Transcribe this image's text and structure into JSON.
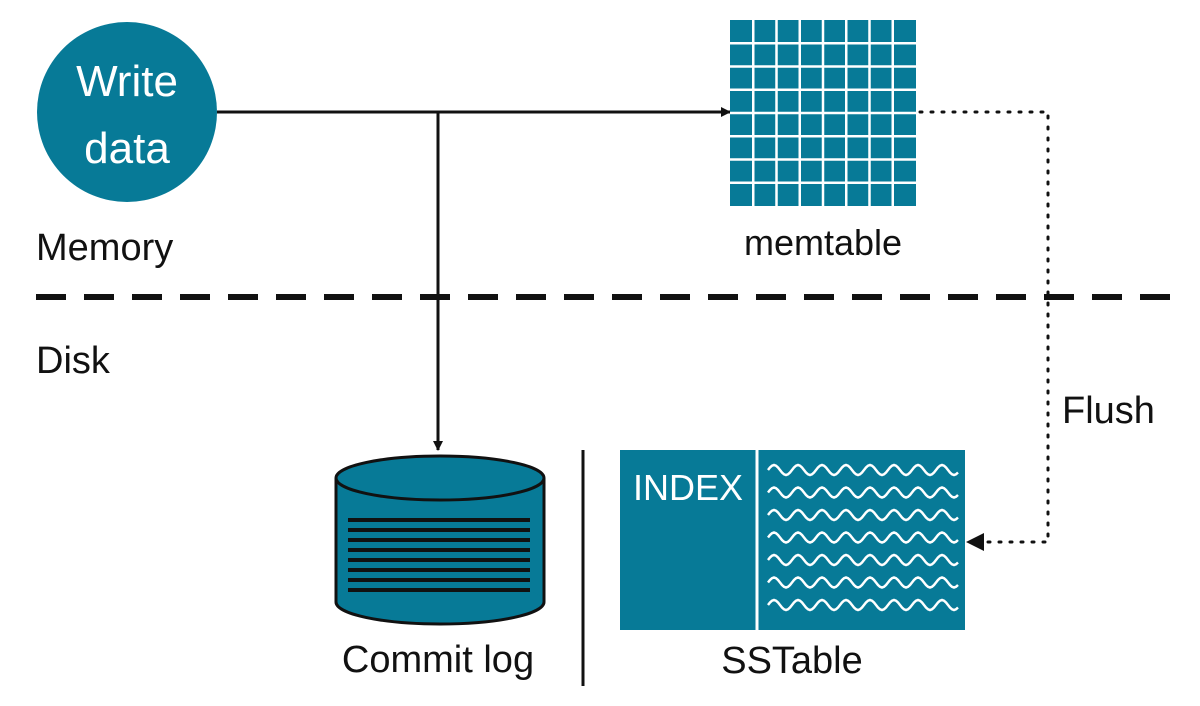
{
  "labels": {
    "write_line1": "Write",
    "write_line2": "data",
    "memory": "Memory",
    "disk": "Disk",
    "memtable": "memtable",
    "flush": "Flush",
    "commit_log": "Commit log",
    "index": "INDEX",
    "sstable": "SSTable"
  },
  "colors": {
    "teal": "#077a97",
    "ink": "#111111",
    "white": "#ffffff"
  },
  "icons": {
    "memtable": "grid-icon",
    "commit_log": "database-cylinder-icon",
    "sstable_data": "wavy-lines-icon"
  }
}
